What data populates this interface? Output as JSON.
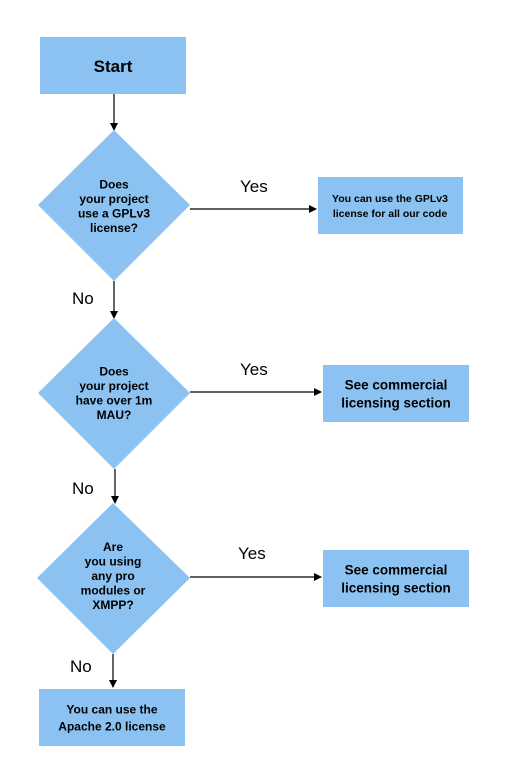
{
  "colors": {
    "node_fill": "#8cc2f1",
    "edge": "#000000",
    "text": "#000000",
    "background": "#ffffff"
  },
  "nodes": {
    "start": {
      "lines": [
        "Start"
      ]
    },
    "q1": {
      "lines": [
        "Does",
        "your project",
        "use a GPLv3",
        "license?"
      ]
    },
    "a1": {
      "lines": [
        "You can use the GPLv3",
        "license for all our code"
      ]
    },
    "q2": {
      "lines": [
        "Does",
        "your project",
        "have over 1m",
        "MAU?"
      ]
    },
    "a2": {
      "lines": [
        "See commercial",
        "licensing section"
      ]
    },
    "q3": {
      "lines": [
        "Are",
        "you using",
        "any pro",
        "modules or",
        "XMPP?"
      ]
    },
    "a3": {
      "lines": [
        "See commercial",
        "licensing section"
      ]
    },
    "end": {
      "lines": [
        "You can use the",
        "Apache 2.0 license"
      ]
    }
  },
  "edges": {
    "q1_yes": "Yes",
    "q1_no": "No",
    "q2_yes": "Yes",
    "q2_no": "No",
    "q3_yes": "Yes",
    "q3_no": "No"
  }
}
